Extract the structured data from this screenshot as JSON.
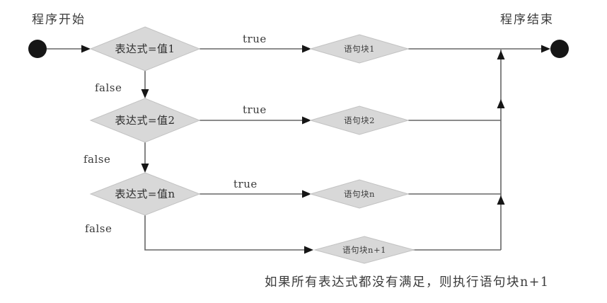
{
  "diagram": {
    "start_label": "程序开始",
    "end_label": "程序结束",
    "caption": "如果所有表达式都没有满足，则执行语句块n+1",
    "labels": {
      "true_label": "true",
      "false_label": "false"
    },
    "decisions": [
      {
        "label": "表达式=值1"
      },
      {
        "label": "表达式=值2"
      },
      {
        "label": "表达式=值n"
      }
    ],
    "statements": [
      {
        "label": "语句块1"
      },
      {
        "label": "语句块2"
      },
      {
        "label": "语句块n"
      },
      {
        "label": "语句块n+1"
      }
    ],
    "colors": {
      "node_fill": "#d8d8d8",
      "node_edge": "#c2c2c2",
      "connector": "#666666",
      "arrowhead": "#161616",
      "terminal": "#161616",
      "text": "#303030",
      "background": "#ffffff"
    }
  }
}
